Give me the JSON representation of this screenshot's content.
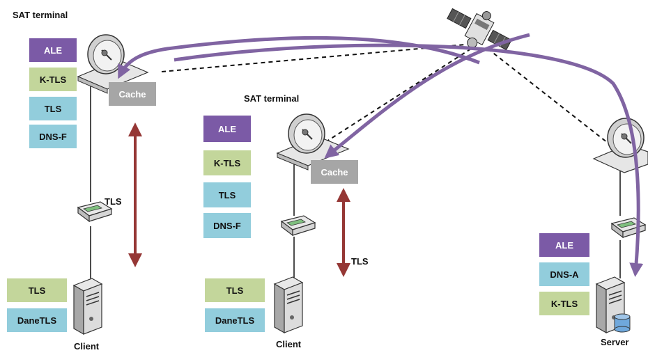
{
  "colors": {
    "ale": "#7b5aa6",
    "ktls": "#c3d69b",
    "tls": "#92cddc",
    "cache": "#a6a6a6",
    "path_arrow": "#8064a2",
    "tls_arrow": "#953735"
  },
  "satellite": {
    "icon": "satellite-icon"
  },
  "left": {
    "terminal_label": "SAT terminal",
    "stack": [
      "ALE",
      "K-TLS",
      "TLS",
      "DNS-F"
    ],
    "cache_label": "Cache",
    "link_label": "TLS",
    "client_stack": [
      "TLS",
      "DaneTLS"
    ],
    "client_label": "Client"
  },
  "middle": {
    "terminal_label": "SAT terminal",
    "stack": [
      "ALE",
      "K-TLS",
      "TLS",
      "DNS-F"
    ],
    "cache_label": "Cache",
    "link_label": "TLS",
    "client_stack": [
      "TLS",
      "DaneTLS"
    ],
    "client_label": "Client"
  },
  "right": {
    "server_stack": [
      "ALE",
      "DNS-A",
      "K-TLS"
    ],
    "server_label": "Server"
  }
}
